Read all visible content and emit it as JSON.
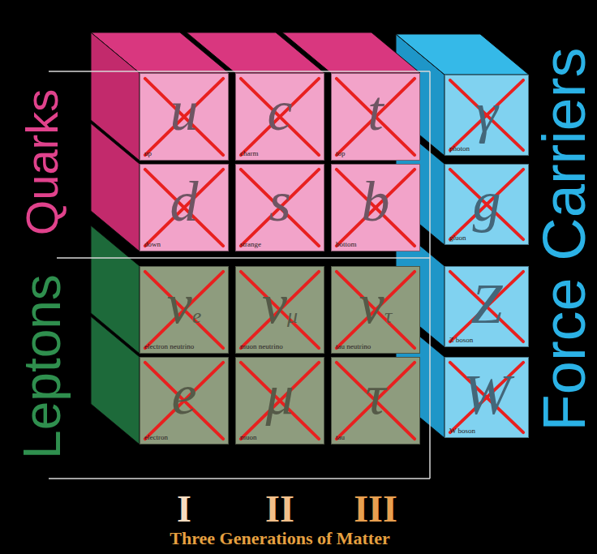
{
  "diagram": {
    "nodes": [
      {
        "text": [
          "u",
          "up"
        ]
      },
      {
        "text": [
          "c",
          "charm"
        ]
      },
      {
        "text": [
          "t",
          "top"
        ]
      },
      {
        "text": [
          "γ",
          "photon"
        ]
      },
      {
        "text": [
          "d",
          "down"
        ]
      },
      {
        "text": [
          "s",
          "strange"
        ]
      },
      {
        "text": [
          "b",
          "bottom"
        ]
      },
      {
        "text": [
          "g",
          "gluon"
        ]
      },
      {
        "text": [
          "νe",
          "electron neutrino"
        ]
      },
      {
        "text": [
          "νμ",
          "muon neutrino"
        ]
      },
      {
        "text": [
          "ντ",
          "tau neutrino"
        ]
      },
      {
        "text": [
          "Z",
          "Z boson"
        ]
      },
      {
        "text": [
          "e",
          "electron"
        ]
      },
      {
        "text": [
          "μ",
          "muon"
        ]
      },
      {
        "text": [
          "τ",
          "tau"
        ]
      },
      {
        "text": [
          "W",
          "W boson"
        ]
      }
    ],
    "labels": [
      "Quarks",
      "Force Carriers",
      "Leptons",
      "I",
      "II",
      "III",
      "Three Generations of Matter"
    ]
  }
}
